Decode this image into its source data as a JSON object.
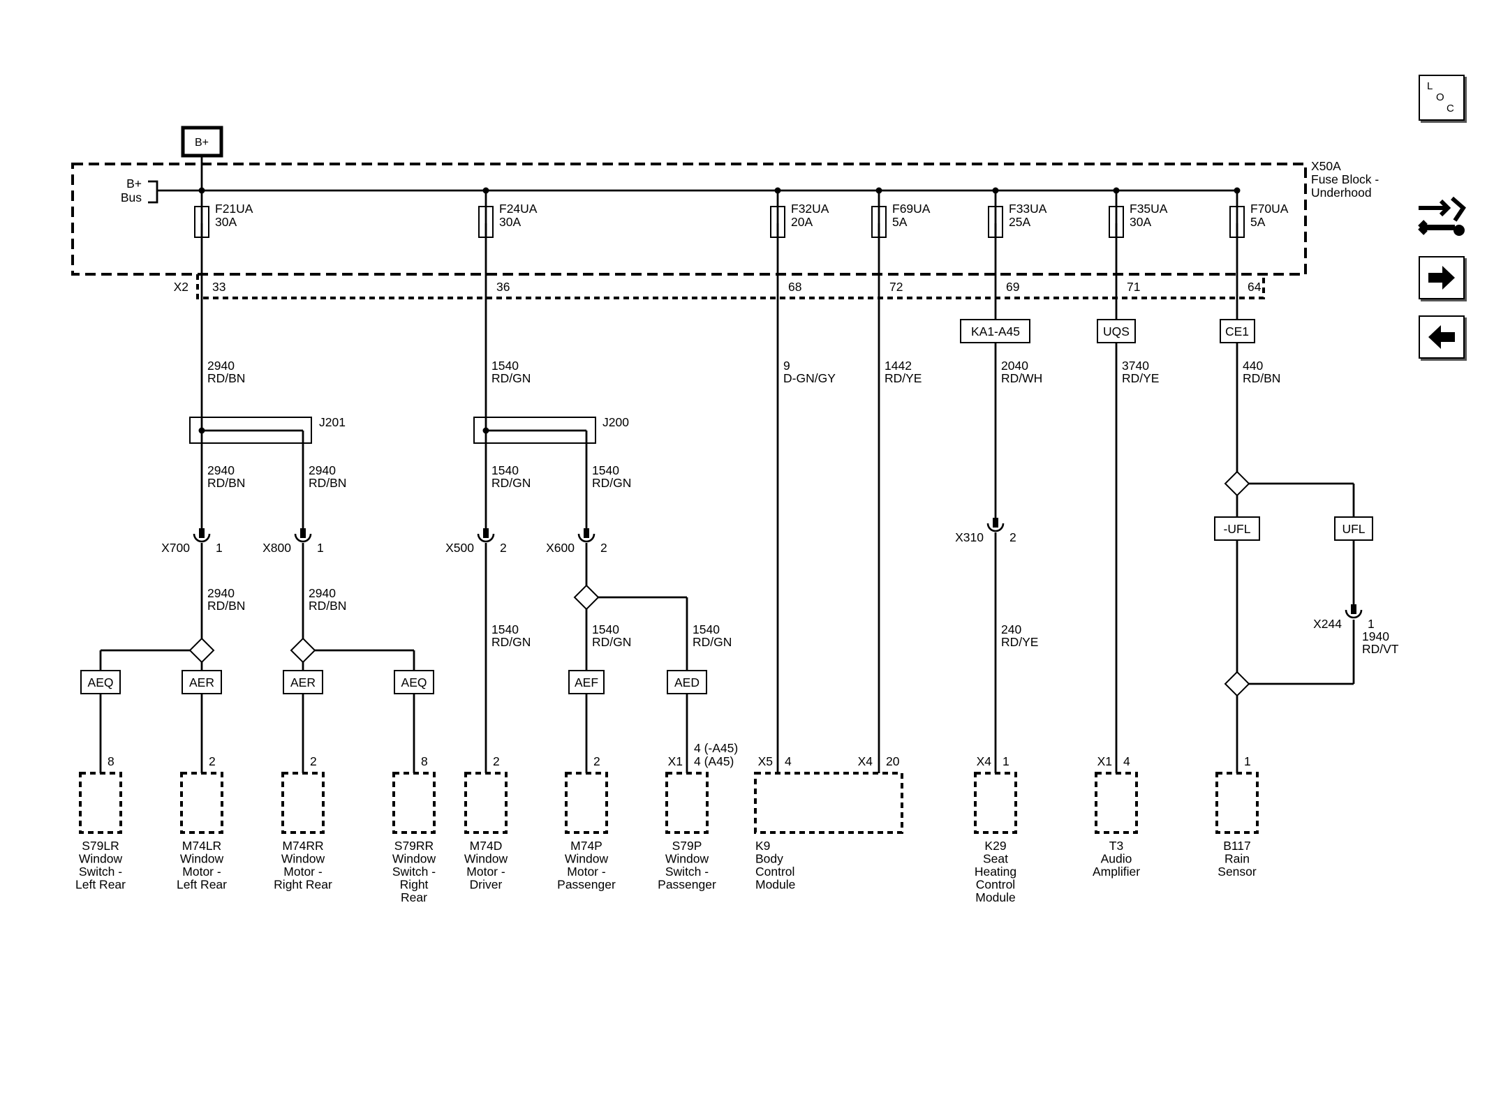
{
  "header": {
    "bplus_label": "B+"
  },
  "fuse_block": {
    "name": "X50A",
    "desc1": "Fuse Block -",
    "desc2": "Underhood",
    "bus_label1": "B+",
    "bus_label2": "Bus",
    "connector": "X2"
  },
  "fuses": [
    {
      "name": "F21UA",
      "rating": "30A",
      "pin": "33"
    },
    {
      "name": "F24UA",
      "rating": "30A",
      "pin": "36"
    },
    {
      "name": "F32UA",
      "rating": "20A",
      "pin": "68"
    },
    {
      "name": "F69UA",
      "rating": "5A",
      "pin": "72"
    },
    {
      "name": "F33UA",
      "rating": "25A",
      "pin": "69"
    },
    {
      "name": "F35UA",
      "rating": "30A",
      "pin": "71"
    },
    {
      "name": "F70UA",
      "rating": "5A",
      "pin": "64"
    }
  ],
  "options": [
    {
      "label": "KA1-A45"
    },
    {
      "label": "UQS"
    },
    {
      "label": "CE1"
    },
    {
      "label": "-UFL"
    },
    {
      "label": "UFL"
    },
    {
      "label": "AEQ"
    },
    {
      "label": "AER"
    },
    {
      "label": "AER"
    },
    {
      "label": "AEQ"
    },
    {
      "label": "AEF"
    },
    {
      "label": "AED"
    }
  ],
  "wires": [
    {
      "circuit": "2940",
      "color": "RD/BN"
    },
    {
      "circuit": "1540",
      "color": "RD/GN"
    },
    {
      "circuit": "9",
      "color": "D-GN/GY"
    },
    {
      "circuit": "1442",
      "color": "RD/YE"
    },
    {
      "circuit": "2040",
      "color": "RD/WH"
    },
    {
      "circuit": "3740",
      "color": "RD/YE"
    },
    {
      "circuit": "440",
      "color": "RD/BN"
    },
    {
      "circuit": "2940",
      "color": "RD/BN"
    },
    {
      "circuit": "2940",
      "color": "RD/BN"
    },
    {
      "circuit": "1540",
      "color": "RD/GN"
    },
    {
      "circuit": "1540",
      "color": "RD/GN"
    },
    {
      "circuit": "2940",
      "color": "RD/BN"
    },
    {
      "circuit": "2940",
      "color": "RD/BN"
    },
    {
      "circuit": "1540",
      "color": "RD/GN"
    },
    {
      "circuit": "1540",
      "color": "RD/GN"
    },
    {
      "circuit": "1540",
      "color": "RD/GN"
    },
    {
      "circuit": "240",
      "color": "RD/YE"
    },
    {
      "circuit": "1940",
      "color": "RD/VT"
    }
  ],
  "splices": [
    {
      "name": "J201"
    },
    {
      "name": "J200"
    }
  ],
  "inline_connectors": [
    {
      "name": "X700",
      "pin": "1"
    },
    {
      "name": "X800",
      "pin": "1"
    },
    {
      "name": "X500",
      "pin": "2"
    },
    {
      "name": "X600",
      "pin": "2"
    },
    {
      "name": "X310",
      "pin": "2"
    },
    {
      "name": "X244",
      "pin": "1"
    }
  ],
  "components": [
    {
      "pin": "8",
      "connector": "",
      "lines": [
        "S79LR",
        "Window",
        "Switch -",
        "Left Rear"
      ]
    },
    {
      "pin": "2",
      "connector": "",
      "lines": [
        "M74LR",
        "Window",
        "Motor -",
        "Left Rear"
      ]
    },
    {
      "pin": "2",
      "connector": "",
      "lines": [
        "M74RR",
        "Window",
        "Motor -",
        "Right Rear"
      ]
    },
    {
      "pin": "8",
      "connector": "",
      "lines": [
        "S79RR",
        "Window",
        "Switch -",
        "Right",
        "Rear"
      ]
    },
    {
      "pin": "2",
      "connector": "",
      "lines": [
        "M74D",
        "Window",
        "Motor -",
        "Driver"
      ]
    },
    {
      "pin": "2",
      "connector": "",
      "lines": [
        "M74P",
        "Window",
        "Motor -",
        "Passenger"
      ]
    },
    {
      "pin": "4 (-A45)",
      "pin2": "4 (A45)",
      "connector": "X1",
      "lines": [
        "S79P",
        "Window",
        "Switch -",
        "Passenger"
      ]
    },
    {
      "pin": "4",
      "connector": "X5",
      "pin_b": "20",
      "connector_b": "X4",
      "lines": [
        "K9",
        "Body",
        "Control",
        "Module"
      ]
    },
    {
      "pin": "1",
      "connector": "X4",
      "lines": [
        "K29",
        "Seat",
        "Heating",
        "Control",
        "Module"
      ]
    },
    {
      "pin": "4",
      "connector": "X1",
      "lines": [
        "T3",
        "Audio",
        "Amplifier"
      ]
    },
    {
      "pin": "1",
      "connector": "",
      "lines": [
        "B117",
        "Rain",
        "Sensor"
      ]
    }
  ],
  "nav": {
    "loc_l": "L",
    "loc_o": "O",
    "loc_c": "C",
    "icons": [
      "loc-icon",
      "connector-tools-icon",
      "next-arrow-icon",
      "previous-arrow-icon"
    ]
  }
}
